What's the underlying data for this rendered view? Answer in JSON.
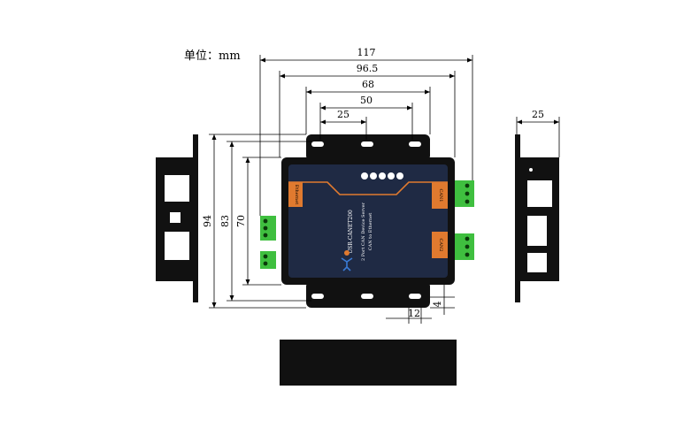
{
  "unit_label": "单位：mm",
  "dimensions": {
    "top": [
      {
        "value": "117"
      },
      {
        "value": "96.5"
      },
      {
        "value": "68"
      },
      {
        "value": "50"
      },
      {
        "value": "25"
      }
    ],
    "left": [
      {
        "value": "94"
      },
      {
        "value": "83"
      },
      {
        "value": "70"
      }
    ],
    "bottom_hole": "12",
    "bottom_offset": "4",
    "side_width": "25"
  },
  "device": {
    "model": "USR-CANET200",
    "subtitle": "2 Port CAN Device Server",
    "subtitle2": "CAN to Ethernet",
    "port_left": "Ethernet",
    "port_can1": "CAN1",
    "port_can2": "CAN2"
  },
  "colors": {
    "body": "#111111",
    "panel": "#1f2a44",
    "accent": "#e07a2f",
    "terminal": "#3fbf3f",
    "line": "#000000"
  }
}
